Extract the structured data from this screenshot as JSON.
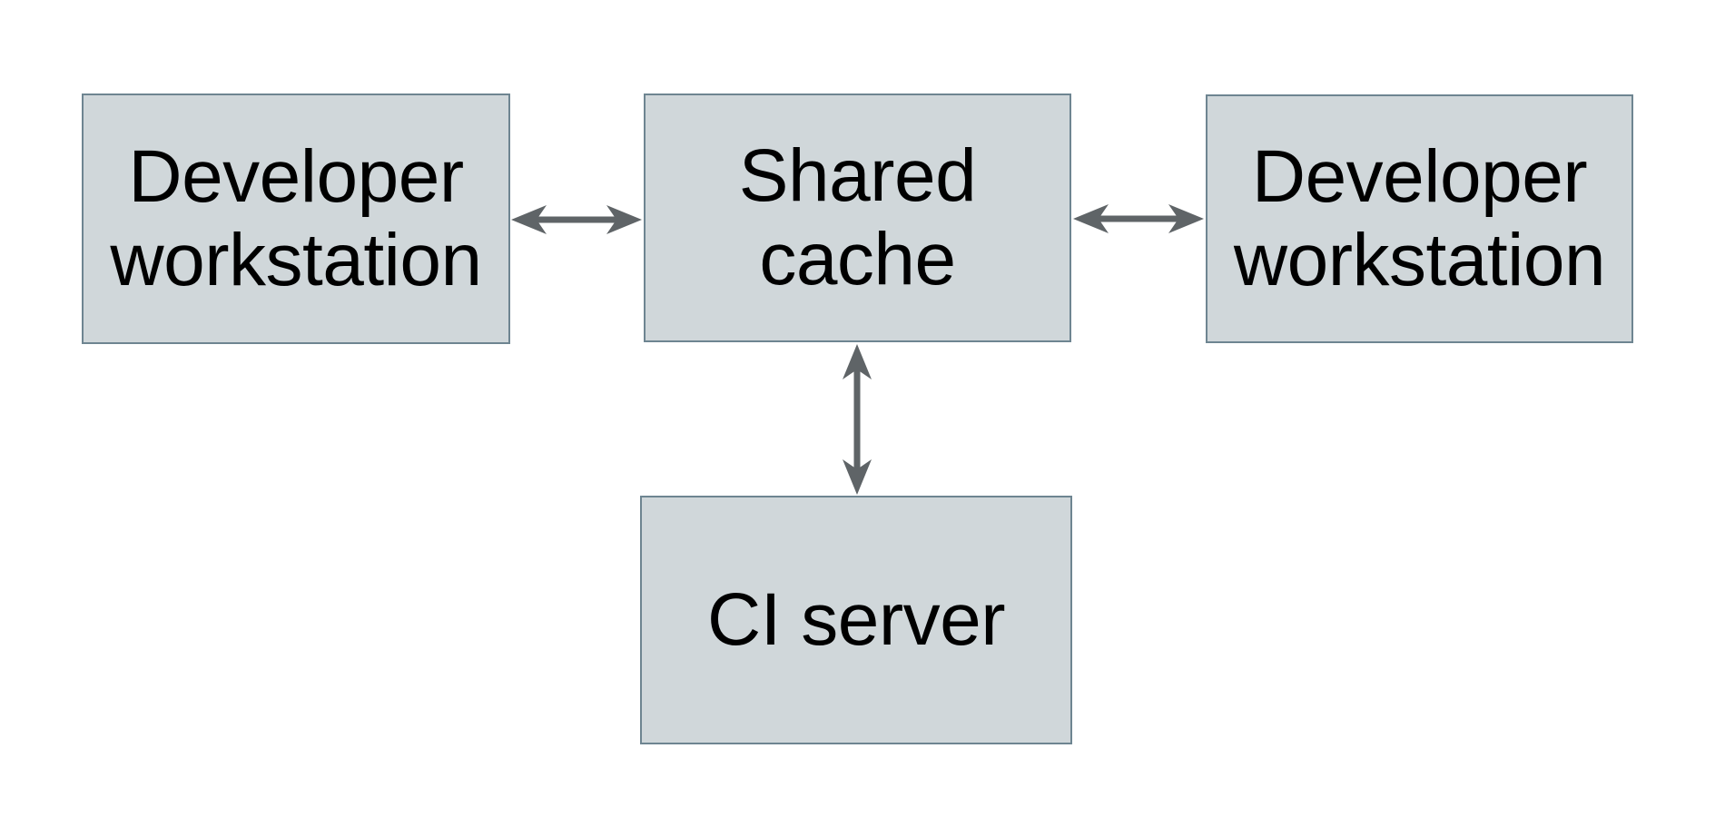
{
  "diagram": {
    "type": "architecture-diagram",
    "nodes": [
      {
        "id": "developer-workstation-left",
        "label": "Developer workstation",
        "lines": [
          "Developer",
          "workstation"
        ]
      },
      {
        "id": "shared-cache",
        "label": "Shared cache",
        "lines": [
          "Shared",
          "cache"
        ]
      },
      {
        "id": "developer-workstation-right",
        "label": "Developer workstation",
        "lines": [
          "Developer",
          "workstation"
        ]
      },
      {
        "id": "ci-server",
        "label": "CI server",
        "lines": [
          "CI server"
        ]
      }
    ],
    "edges": [
      {
        "from": "developer-workstation-left",
        "to": "shared-cache",
        "direction": "bidirectional",
        "orientation": "horizontal"
      },
      {
        "from": "shared-cache",
        "to": "developer-workstation-right",
        "direction": "bidirectional",
        "orientation": "horizontal"
      },
      {
        "from": "shared-cache",
        "to": "ci-server",
        "direction": "bidirectional",
        "orientation": "vertical"
      }
    ],
    "colors": {
      "background": "#ffffff",
      "node_fill": "#d0d7da",
      "node_border": "#6e8591",
      "arrow": "#5f6467",
      "text": "#000000"
    }
  }
}
